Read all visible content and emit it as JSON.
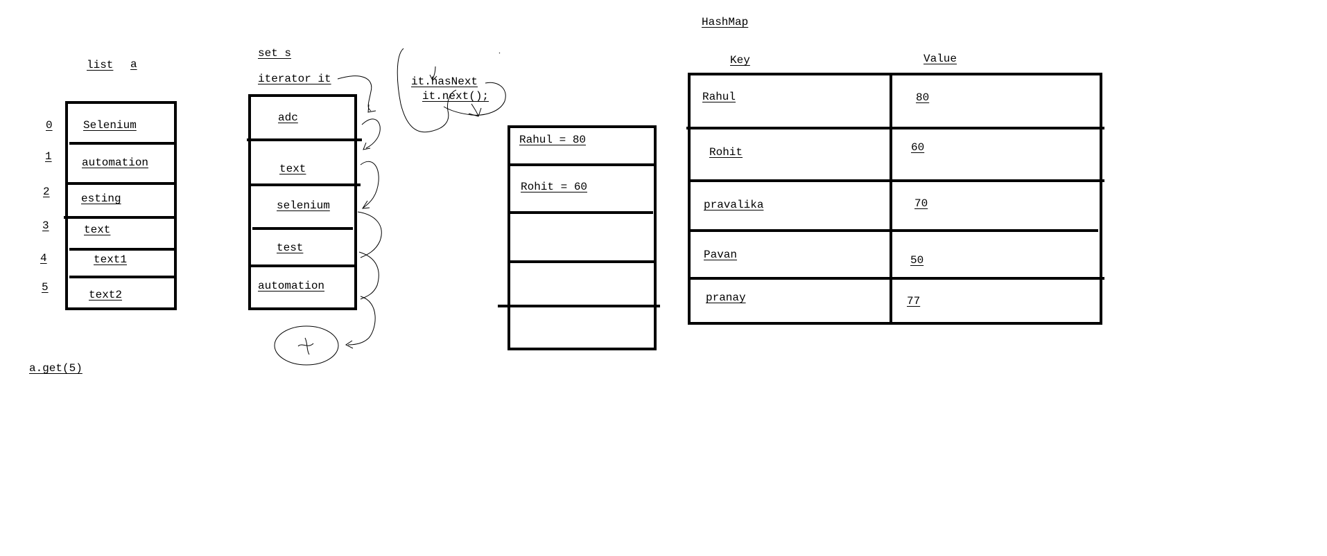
{
  "list": {
    "title": "list",
    "var": "a",
    "indices": [
      "0",
      "1",
      "2",
      "3",
      "4",
      "5"
    ],
    "items": [
      "Selenium",
      "automation",
      "esting",
      "text",
      "text1",
      "text2"
    ],
    "call": "a.get(5)"
  },
  "set": {
    "title": "set s",
    "iterator": "iterator it",
    "items": [
      "adc",
      "text",
      "selenium",
      "test",
      "automation"
    ],
    "has_next": "it.hasNext",
    "next": "it.next();"
  },
  "entries": {
    "items": [
      "Rahul = 80",
      "Rohit = 60"
    ]
  },
  "hashmap": {
    "title": "HashMap",
    "key_header": "Key",
    "value_header": "Value",
    "rows": [
      {
        "key": "Rahul",
        "value": "80"
      },
      {
        "key": "Rohit",
        "value": "60"
      },
      {
        "key": "pravalika",
        "value": "70"
      },
      {
        "key": "Pavan",
        "value": "50"
      },
      {
        "key": "pranay",
        "value": "77"
      }
    ]
  }
}
